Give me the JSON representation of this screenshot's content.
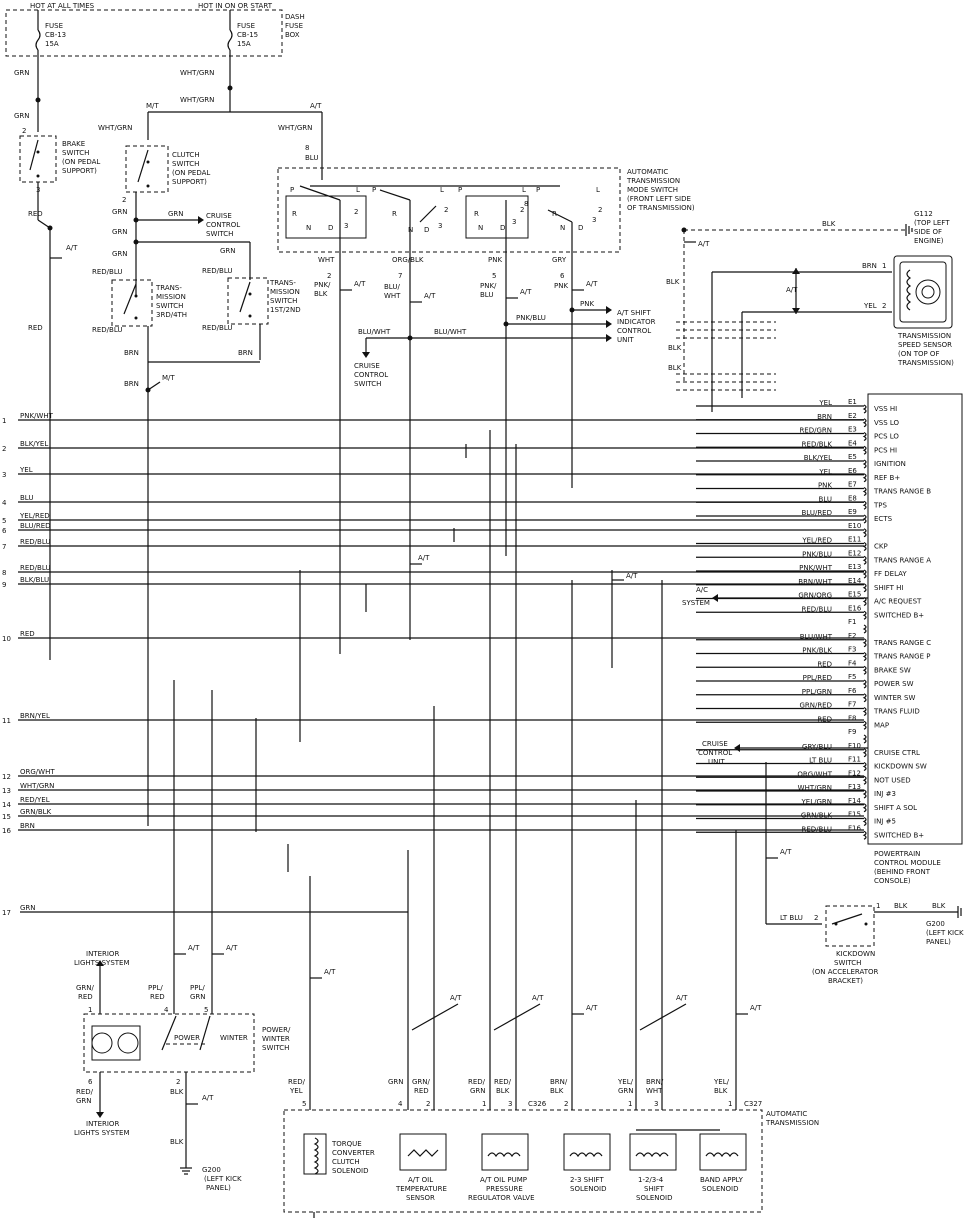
{
  "top": {
    "hot_at_all_times": "HOT AT ALL TIMES",
    "hot_in_on": "HOT IN ON OR START",
    "dash_fuse_box": [
      "DASH",
      "FUSE",
      "BOX"
    ],
    "fuse_left": [
      "FUSE",
      "CB-13",
      "15A"
    ],
    "fuse_right": [
      "FUSE",
      "CB-15",
      "15A"
    ]
  },
  "wire_labels": {
    "grn": "GRN",
    "red": "RED",
    "brn": "BRN",
    "blu": "BLU",
    "blk": "BLK",
    "ltblu": "LT BLU",
    "wht_grn": "WHT/GRN",
    "red_blu": "RED/BLU",
    "pnk_blk": [
      "PNK/",
      "BLK"
    ],
    "blu_wht": [
      "BLU/",
      "WHT"
    ],
    "pnk_blu": [
      "PNK/",
      "BLU"
    ],
    "pnk": "PNK",
    "wht": "WHT",
    "org_blk": "ORG/BLK",
    "gry": "GRY",
    "pnk_blu_h": "PNK/BLU",
    "blu_wht_h": "BLU/WHT",
    "yel": "YEL",
    "mt": "M/T",
    "at": "A/T",
    "ppl_red": [
      "PPL/",
      "RED"
    ],
    "ppl_grn": [
      "PPL/",
      "GRN"
    ],
    "grn_red_v": [
      "GRN/",
      "RED"
    ],
    "red_grn_v": [
      "RED/",
      "GRN"
    ],
    "red_yel_v": [
      "RED/",
      "YEL"
    ],
    "red_blk_v": [
      "RED/",
      "BLK"
    ],
    "brn_blk_v": [
      "BRN/",
      "BLK"
    ],
    "yel_grn_v": [
      "YEL/",
      "GRN"
    ],
    "brn_wht_v": [
      "BRN/",
      "WHT"
    ],
    "yel_blk_v": [
      "YEL/",
      "BLK"
    ]
  },
  "components": {
    "brake_switch": [
      "BRAKE",
      "SWITCH",
      "(ON PEDAL",
      "SUPPORT)"
    ],
    "clutch_switch": [
      "CLUTCH",
      "SWITCH",
      "(ON PEDAL",
      "SUPPORT)"
    ],
    "cruise_control_switch_top": [
      "CRUISE",
      "CONTROL",
      "SWITCH"
    ],
    "trans_switch_3rd": [
      "TRANS-",
      "MISSION",
      "SWITCH",
      "3RD/4TH"
    ],
    "trans_switch_1st": [
      "TRANS-",
      "MISSION",
      "SWITCH",
      "1ST/2ND"
    ],
    "atm_mode_switch": [
      "AUTOMATIC",
      "TRANSMISSION",
      "MODE SWITCH",
      "(FRONT LEFT SIDE",
      "OF TRANSMISSION)"
    ],
    "cruise_control_switch_mid": [
      "CRUISE",
      "CONTROL",
      "SWITCH"
    ],
    "at_shift_indicator": [
      "A/T SHIFT",
      "INDICATOR",
      "CONTROL",
      "UNIT"
    ],
    "g112": [
      "G112",
      "(TOP LEFT",
      "SIDE OF",
      "ENGINE)"
    ],
    "trans_speed_sensor": [
      "TRANSMISSION",
      "SPEED SENSOR",
      "(ON TOP OF",
      "TRANSMISSION)"
    ],
    "ac_system": [
      "A/C",
      "SYSTEM"
    ],
    "cruise_control_unit": [
      "CRUISE",
      "CONTROL",
      "UNIT"
    ],
    "pcm": [
      "POWERTRAIN",
      "CONTROL MODULE",
      "(BEHIND FRONT",
      "CONSOLE)"
    ],
    "kickdown_switch": [
      "KICKDOWN",
      "SWITCH",
      "(ON ACCELERATOR",
      "BRACKET)"
    ],
    "g200_right": [
      "G200",
      "(LEFT KICK",
      "PANEL)"
    ],
    "interior_lights_top": [
      "INTERIOR",
      "LIGHTS SYSTEM"
    ],
    "interior_lights_bottom": [
      "INTERIOR",
      "LIGHTS SYSTEM"
    ],
    "power_winter_switch": [
      "POWER/",
      "WINTER",
      "SWITCH"
    ],
    "power": "POWER",
    "winter": "WINTER",
    "g200_bottom": [
      "G200",
      "(LEFT KICK",
      "PANEL)"
    ],
    "automatic_transmission": [
      "AUTOMATIC",
      "TRANSMISSION"
    ],
    "torque_converter": [
      "TORQUE",
      "CONVERTER",
      "CLUTCH",
      "SOLENOID"
    ],
    "oil_temp_sensor": [
      "A/T OIL",
      "TEMPERATURE",
      "SENSOR"
    ],
    "oil_pump_reg": [
      "A/T OIL PUMP",
      "PRESSURE",
      "REGULATOR VALVE"
    ],
    "shift_23": [
      "2-3 SHIFT",
      "SOLENOID"
    ],
    "shift_1234": [
      "1-2/3-4",
      "SHIFT",
      "SOLENOID"
    ],
    "band_apply": [
      "BAND APPLY",
      "SOLENOID"
    ],
    "connectors": [
      "C326",
      "C327"
    ]
  },
  "mode_switch_letters": {
    "p": "P",
    "r": "R",
    "n": "N",
    "d": "D",
    "l": "L",
    "n2": "2",
    "n3": "3",
    "n8": "8"
  },
  "pcm_rows": [
    {
      "pin": "E1",
      "wire": "YEL",
      "label": "VSS HI"
    },
    {
      "pin": "E2",
      "wire": "BRN",
      "label": "VSS LO"
    },
    {
      "pin": "E3",
      "wire": "RED/GRN",
      "label": "PCS LO"
    },
    {
      "pin": "E4",
      "wire": "RED/BLK",
      "label": "PCS HI"
    },
    {
      "pin": "E5",
      "wire": "BLK/YEL",
      "label": "IGNITION"
    },
    {
      "pin": "E6",
      "wire": "YEL",
      "label": "REF B+"
    },
    {
      "pin": "E7",
      "wire": "PNK",
      "label": "TRANS RANGE B"
    },
    {
      "pin": "E8",
      "wire": "BLU",
      "label": "TPS"
    },
    {
      "pin": "E9",
      "wire": "BLU/RED",
      "label": "ECTS"
    },
    {
      "pin": "E10",
      "wire": "",
      "label": ""
    },
    {
      "pin": "E11",
      "wire": "YEL/RED",
      "label": "CKP"
    },
    {
      "pin": "E12",
      "wire": "PNK/BLU",
      "label": "TRANS RANGE A"
    },
    {
      "pin": "E13",
      "wire": "PNK/WHT",
      "label": "FF DELAY"
    },
    {
      "pin": "E14",
      "wire": "BRN/WHT",
      "label": "SHIFT HI"
    },
    {
      "pin": "E15",
      "wire": "GRN/ORG",
      "label": "A/C REQUEST"
    },
    {
      "pin": "E16",
      "wire": "RED/BLU",
      "label": "SWITCHED B+"
    },
    {
      "pin": "F1",
      "wire": "",
      "label": ""
    },
    {
      "pin": "F2",
      "wire": "BLU/WHT",
      "label": "TRANS RANGE C"
    },
    {
      "pin": "F3",
      "wire": "PNK/BLK",
      "label": "TRANS RANGE P"
    },
    {
      "pin": "F4",
      "wire": "RED",
      "label": "BRAKE SW"
    },
    {
      "pin": "F5",
      "wire": "PPL/RED",
      "label": "POWER SW"
    },
    {
      "pin": "F6",
      "wire": "PPL/GRN",
      "label": "WINTER SW"
    },
    {
      "pin": "F7",
      "wire": "GRN/RED",
      "label": "TRANS FLUID"
    },
    {
      "pin": "F8",
      "wire": "RED",
      "label": "MAP"
    },
    {
      "pin": "F9",
      "wire": "",
      "label": ""
    },
    {
      "pin": "F10",
      "wire": "GRY/BLU",
      "label": "CRUISE CTRL"
    },
    {
      "pin": "F11",
      "wire": "LT BLU",
      "label": "KICKDOWN SW"
    },
    {
      "pin": "F12",
      "wire": "ORG/WHT",
      "label": "NOT USED"
    },
    {
      "pin": "F13",
      "wire": "WHT/GRN",
      "label": "INJ #3"
    },
    {
      "pin": "F14",
      "wire": "YEL/GRN",
      "label": "SHIFT A SOL"
    },
    {
      "pin": "F15",
      "wire": "GRN/BLK",
      "label": "INJ #5"
    },
    {
      "pin": "F16",
      "wire": "RED/BLU",
      "label": "SWITCHED B+"
    }
  ],
  "left_rows": [
    {
      "num": "1",
      "wire": "PNK/WHT"
    },
    {
      "num": "2",
      "wire": "BLK/YEL"
    },
    {
      "num": "3",
      "wire": "YEL"
    },
    {
      "num": "4",
      "wire": "BLU"
    },
    {
      "num": "5",
      "wire": "YEL/RED"
    },
    {
      "num": "6",
      "wire": "BLU/RED"
    },
    {
      "num": "7",
      "wire": "RED/BLU"
    },
    {
      "num": "8",
      "wire": "RED/BLU"
    },
    {
      "num": "9",
      "wire": "BLK/BLU"
    },
    {
      "num": "10",
      "wire": "RED"
    },
    {
      "num": "11",
      "wire": "BRN/YEL"
    },
    {
      "num": "12",
      "wire": "ORG/WHT"
    },
    {
      "num": "13",
      "wire": "WHT/GRN"
    },
    {
      "num": "14",
      "wire": "RED/YEL"
    },
    {
      "num": "15",
      "wire": "GRN/BLK"
    },
    {
      "num": "16",
      "wire": "BRN"
    },
    {
      "num": "17",
      "wire": "GRN"
    }
  ]
}
